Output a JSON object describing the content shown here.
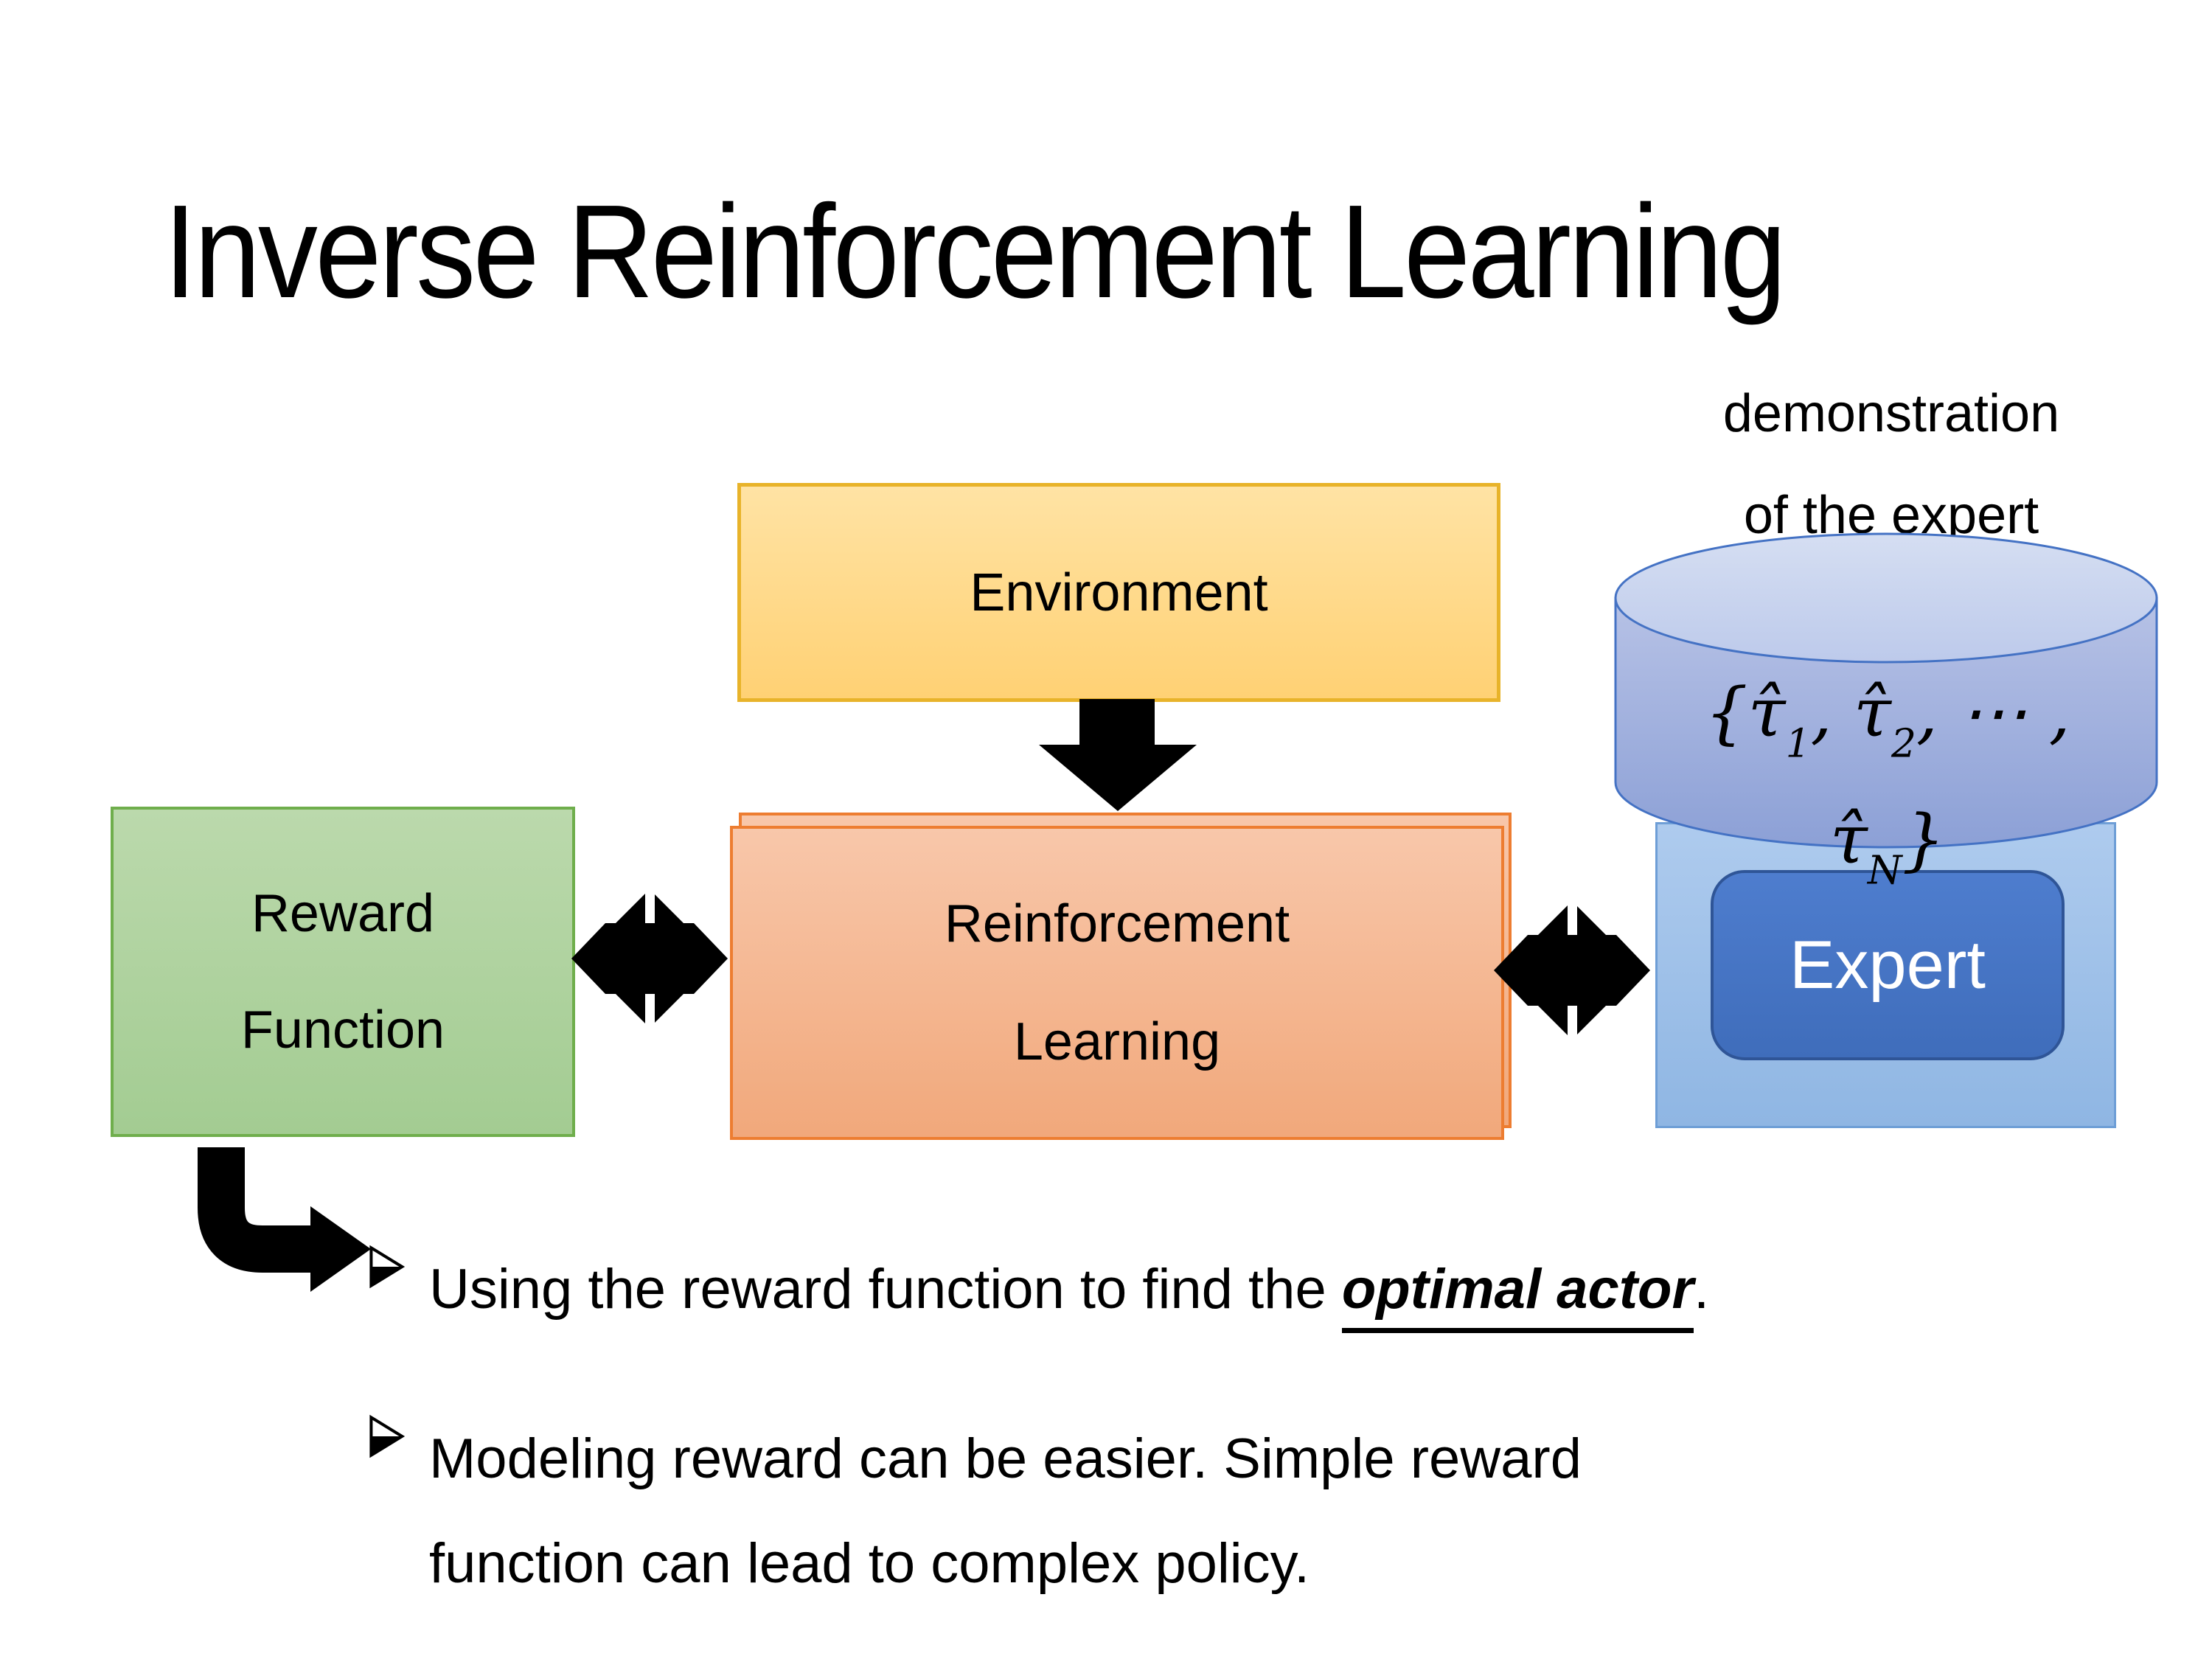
{
  "slide": {
    "title": "Inverse Reinforcement Learning",
    "demonstration_label": {
      "line1": "demonstration",
      "line2": "of the expert"
    },
    "environment": {
      "label": "Environment"
    },
    "reward_function": {
      "line1": "Reward",
      "line2": "Function"
    },
    "reinforcement_learning": {
      "line1": "Reinforcement",
      "line2": "Learning"
    },
    "expert": {
      "label": "Expert"
    },
    "cylinder": {
      "math": {
        "brace_open": "{",
        "tau1": "τ̂",
        "sub1": "1",
        "comma1": ", ",
        "tau2": "τ̂",
        "sub2": "2",
        "dots": ", ⋯ , ",
        "tau3": "τ̂",
        "subN": "N",
        "brace_close": "}"
      }
    },
    "bullets": [
      {
        "pre": "Using the reward function to find the ",
        "emphasis": "optimal actor",
        "post": "."
      },
      {
        "line1": "Modeling reward can be easier. Simple reward",
        "line2": "function can lead to complex policy."
      }
    ]
  },
  "colors": {
    "gold_fill_top": "#FFE3A4",
    "gold_fill_bottom": "#FFD174",
    "gold_border": "#E8B32A",
    "green_fill_top": "#BBD9AC",
    "green_fill_bottom": "#A3CC92",
    "green_border": "#6FAE4C",
    "orange_fill_top": "#F8C7AA",
    "orange_fill_bottom": "#F1A87B",
    "orange_border": "#ED7D31",
    "panel_fill_top": "#AECBEE",
    "panel_fill_bottom": "#8FB6E3",
    "panel_border": "#6E9ED6",
    "expert_fill_top": "#4E7DCE",
    "expert_fill_bottom": "#3F6DBB",
    "expert_border": "#2F5597",
    "cyl_stroke": "#4472C4",
    "cyl_top_light": "#D5DEF2",
    "cyl_top_dark": "#BDCAEB",
    "cyl_body_top": "#B7C2E6",
    "cyl_body_bottom": "#8CA0D6",
    "ink": "#000000"
  }
}
